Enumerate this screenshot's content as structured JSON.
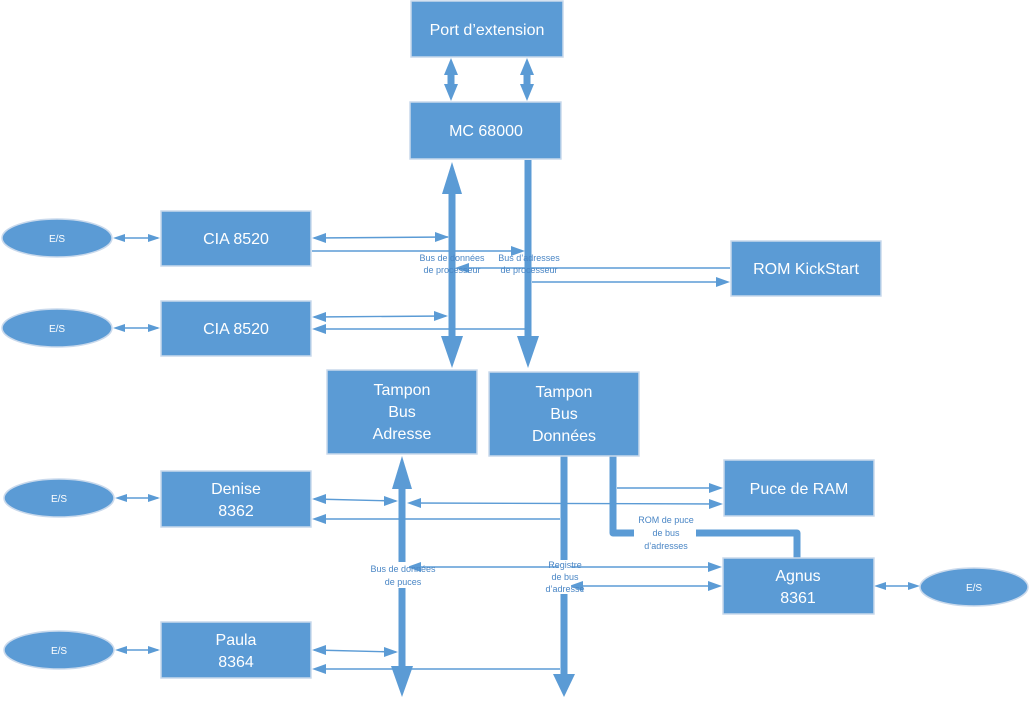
{
  "diagram": {
    "title": "Amiga architecture block diagram",
    "colors": {
      "box_fill": "#5b9bd5",
      "line": "#5b9bd5",
      "box_text": "#ffffff",
      "label_text": "#4a86c5",
      "background": "#ffffff"
    },
    "blocks": {
      "port_extension": "Port d’extension",
      "mc68000": "MC 68000",
      "cia1": "CIA 8520",
      "cia2": "CIA 8520",
      "rom_kickstart": "ROM KickStart",
      "tampon_adresse": [
        "Tampon",
        "Bus",
        "Adresse"
      ],
      "tampon_donnees": [
        "Tampon",
        "Bus",
        "Données"
      ],
      "denise": [
        "Denise",
        "8362"
      ],
      "puce_ram": "Puce de RAM",
      "agnus": [
        "Agnus",
        "8361"
      ],
      "paula": [
        "Paula",
        "8364"
      ]
    },
    "io_nodes": {
      "cia1_io": "E/S",
      "cia2_io": "E/S",
      "denise_io": "E/S",
      "paula_io": "E/S",
      "agnus_io": "E/S"
    },
    "bus_labels": {
      "processor_data_bus": [
        "Bus de données",
        "de processeur"
      ],
      "processor_address_bus": [
        "Bus d’adresses",
        "de processeur"
      ],
      "chip_data_bus": [
        "Bus de données",
        "de puces"
      ],
      "address_bus_register": [
        "Registre",
        "de bus",
        "d’adresse"
      ],
      "chip_rom_address_bus": [
        "ROM de puce",
        "de bus",
        "d’adresses"
      ]
    }
  }
}
